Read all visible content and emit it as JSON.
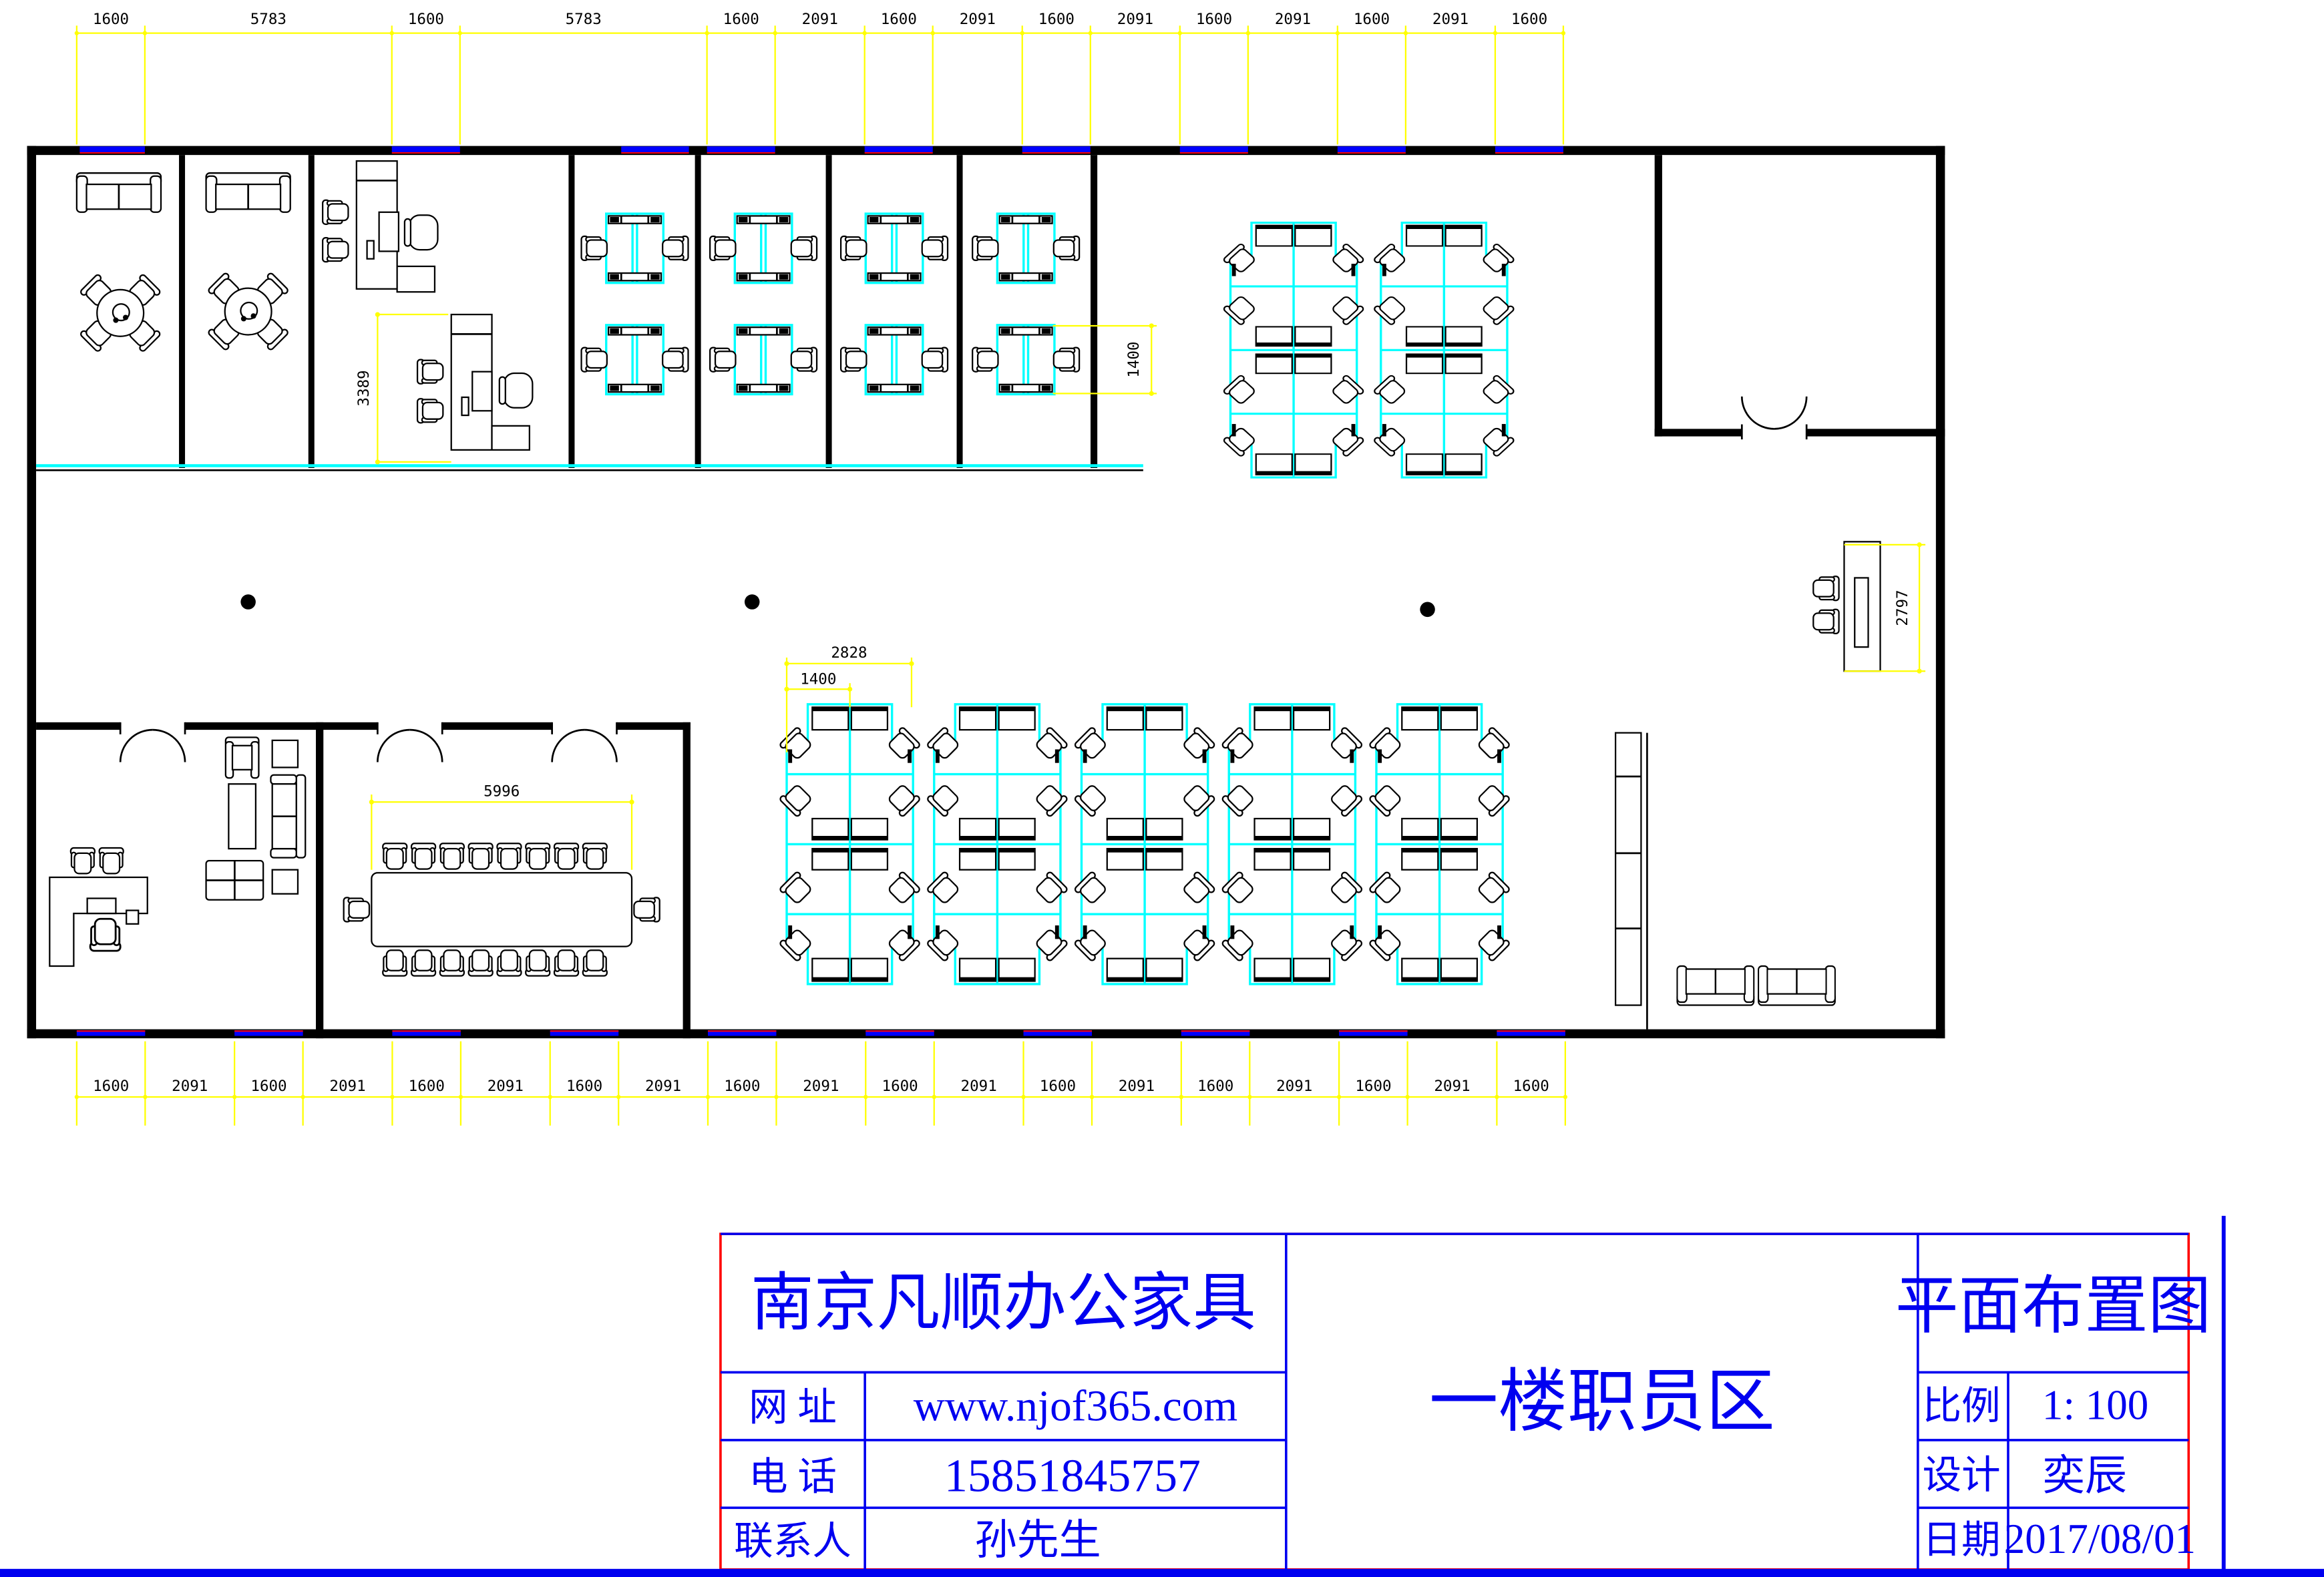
{
  "colors": {
    "background": "#ffffff",
    "wall": "#000000",
    "window": "#0000ff",
    "window_stripe": "#ff0000",
    "partition": "#00ffff",
    "dimension": "#ffff00",
    "dimension_text": "#000000",
    "title_text": "#0000f0",
    "border_red": "#ff0000",
    "border_blue": "#0000f0"
  },
  "dims": {
    "top": [
      "1600",
      "5783",
      "1600",
      "5783",
      "1600",
      "2091",
      "1600",
      "2091",
      "1600",
      "2091",
      "1600",
      "2091",
      "1600",
      "2091",
      "1600"
    ],
    "bottom": [
      "1600",
      "2091",
      "1600",
      "2091",
      "1600",
      "2091",
      "1600",
      "2091",
      "1600",
      "2091",
      "1600",
      "2091",
      "1600",
      "2091",
      "1600",
      "2091",
      "1600",
      "2091",
      "1600"
    ],
    "interior": {
      "exec_room_depth": "3389",
      "office_bay_width": "1400",
      "cluster_width": "2828",
      "cluster_half_width": "1400",
      "conference_table_length": "5996",
      "reception_counter_length": "2797"
    }
  },
  "title_block": {
    "company": "南京凡顺办公家具",
    "website_label": "网  址",
    "website": "www.njof365.com",
    "phone_label": "电  话",
    "phone": "15851845757",
    "contact_label": "联系人",
    "contact": "孙先生",
    "area_title": "一楼职员区",
    "drawing_title": "平面布置图",
    "scale_label": "比例",
    "scale_value": "1: 100",
    "designer_label": "设计",
    "designer": "奕辰",
    "date_label": "日期",
    "date": "2017/08/01"
  }
}
